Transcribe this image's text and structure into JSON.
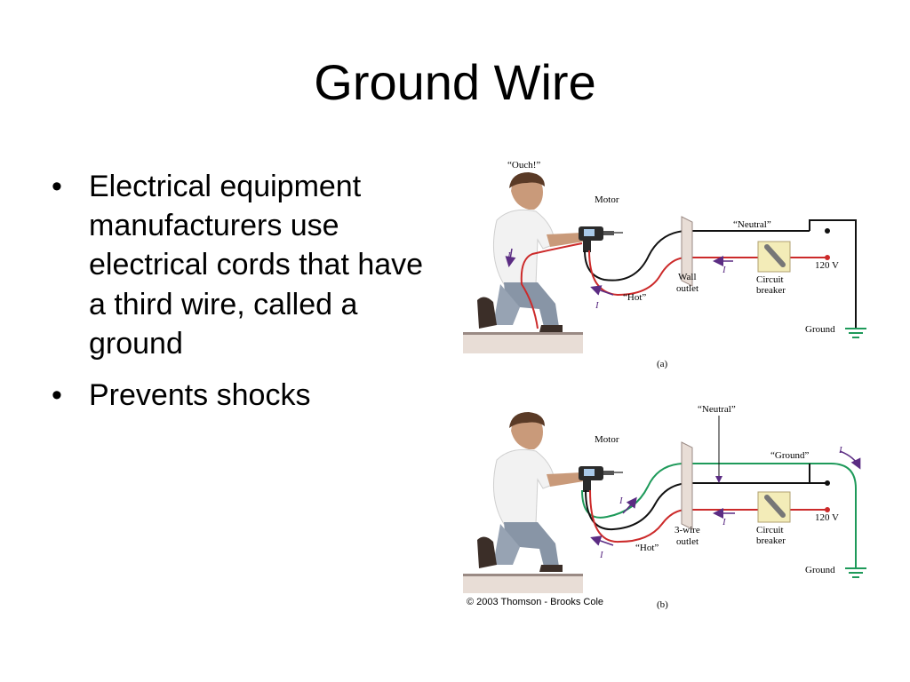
{
  "slide": {
    "title": "Ground Wire",
    "bullets": [
      "Electrical equipment manufacturers use electrical cords that have a third wire, called a ground",
      "Prevents shocks"
    ]
  },
  "figure_a": {
    "ouch": "“Ouch!”",
    "motor": "Motor",
    "neutral": "“Neutral”",
    "wall": "Wall",
    "outlet": "outlet",
    "circuit": "Circuit",
    "breaker": "breaker",
    "voltage": "120 V",
    "hot": "“Hot”",
    "ground": "Ground",
    "current": "I",
    "panel": "(a)"
  },
  "figure_b": {
    "neutral": "“Neutral”",
    "motor": "Motor",
    "ground_wire": "“Ground”",
    "wire3": "3-wire",
    "outlet": "outlet",
    "circuit": "Circuit",
    "breaker": "breaker",
    "voltage": "120 V",
    "hot": "“Hot”",
    "ground": "Ground",
    "current": "I",
    "panel": "(b)"
  },
  "copyright": "© 2003 Thomson - Brooks Cole",
  "colors": {
    "hot_wire": "#cc2a2a",
    "ground_wire": "#1e9a5a",
    "neutral_wire": "#111111",
    "current_arrow": "#5b2c83",
    "breaker_fill": "#f3ecb8"
  }
}
